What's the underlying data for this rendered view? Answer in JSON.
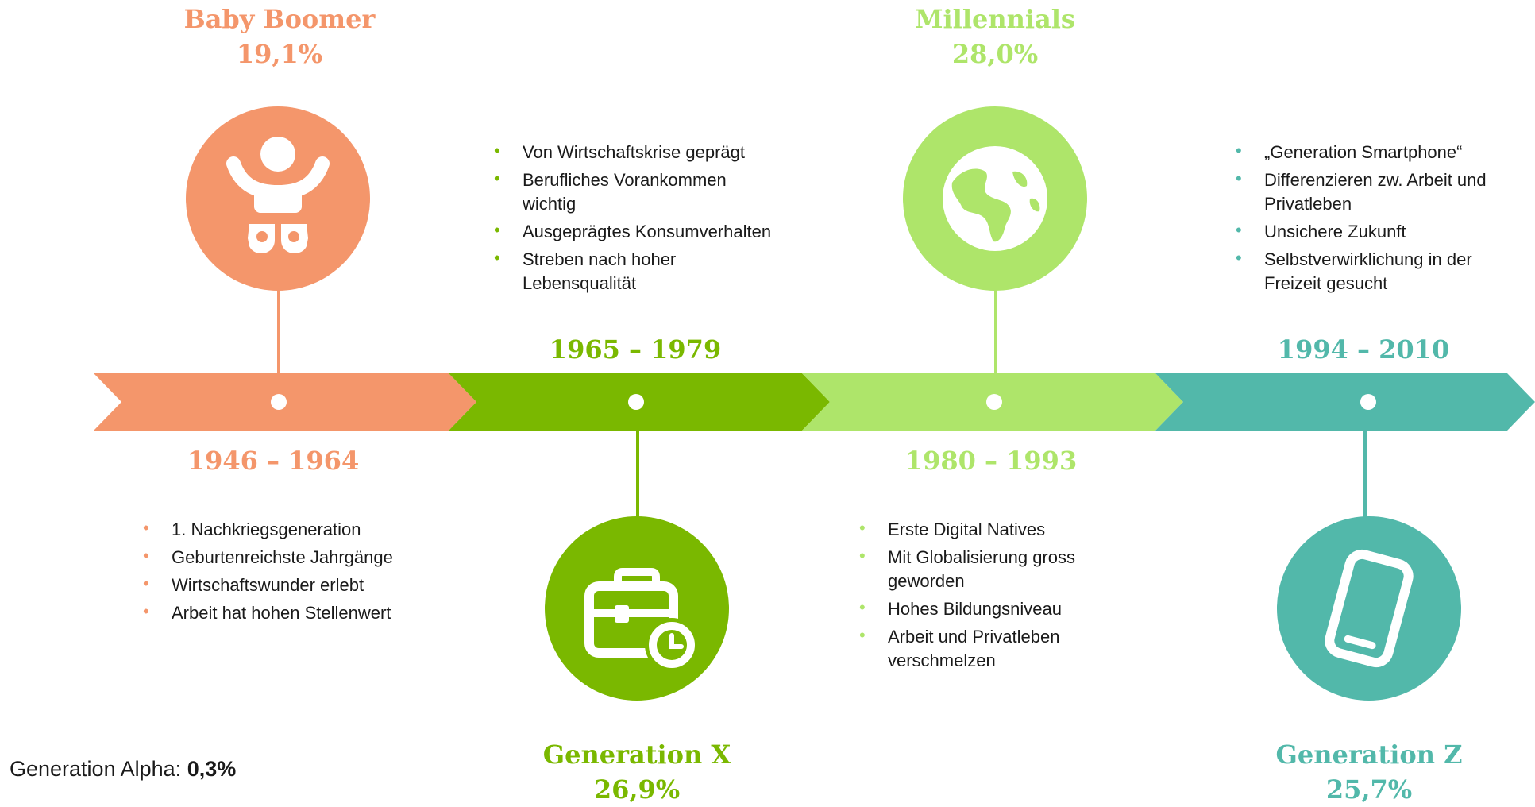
{
  "colors": {
    "baby_boomer": "#f4966b",
    "generation_x": "#7ab800",
    "millennials": "#aee56a",
    "generation_z": "#52b8aa"
  },
  "generations": {
    "baby_boomer": {
      "name": "Baby Boomer",
      "share": "19,1%",
      "years": "1946 – 1964",
      "icon": "baby-icon",
      "bullets": [
        "1. Nachkriegsgeneration",
        "Geburtenreichste Jahrgänge",
        "Wirtschaftswunder erlebt",
        "Arbeit hat hohen Stellenwert"
      ]
    },
    "generation_x": {
      "name": "Generation X",
      "share": "26,9%",
      "years": "1965 – 1979",
      "icon": "briefcase-clock-icon",
      "bullets": [
        "Von Wirtschaftskrise geprägt",
        "Berufliches Vorankommen wichtig",
        "Ausgeprägtes Konsumverhalten",
        "Streben nach hoher Lebensqualität"
      ]
    },
    "millennials": {
      "name": "Millennials",
      "share": "28,0%",
      "years": "1980 – 1993",
      "icon": "globe-icon",
      "bullets": [
        "Erste Digital Natives",
        "Mit Globalisierung gross geworden",
        "Hohes Bildungsniveau",
        "Arbeit und Privatleben verschmelzen"
      ]
    },
    "generation_z": {
      "name": "Generation Z",
      "share": "25,7%",
      "years": "1994 – 2010",
      "icon": "smartphone-icon",
      "bullets": [
        "„Generation Smartphone“",
        "Differenzieren zw. Arbeit und Privatleben",
        "Unsichere Zukunft",
        "Selbstverwirklichung in der Freizeit gesucht"
      ]
    }
  },
  "alpha": {
    "label": "Generation Alpha:",
    "share": "0,3%"
  }
}
